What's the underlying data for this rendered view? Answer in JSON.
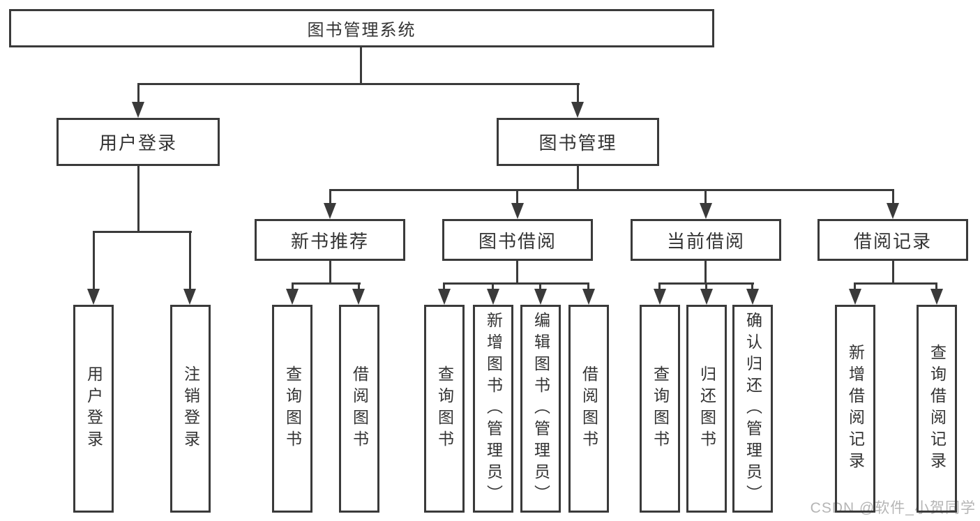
{
  "colors": {
    "line": "#3a3a3a",
    "text": "#333333",
    "watermark": "#b5b5b5",
    "background": "#ffffff"
  },
  "tree": {
    "root": {
      "label": "图书管理系统"
    },
    "branches": [
      {
        "label": "用户登录",
        "leaves": [
          {
            "label": "用户登录"
          },
          {
            "label": "注销登录"
          }
        ]
      },
      {
        "label": "图书管理",
        "groups": [
          {
            "label": "新书推荐",
            "leaves": [
              {
                "label": "查询图书"
              },
              {
                "label": "借阅图书"
              }
            ]
          },
          {
            "label": "图书借阅",
            "leaves": [
              {
                "label": "查询图书"
              },
              {
                "label": "新增图书（管理员）"
              },
              {
                "label": "编辑图书（管理员）"
              },
              {
                "label": "借阅图书"
              }
            ]
          },
          {
            "label": "当前借阅",
            "leaves": [
              {
                "label": "查询图书"
              },
              {
                "label": "归还图书"
              },
              {
                "label": "确认归还（管理员）"
              }
            ]
          },
          {
            "label": "借阅记录",
            "leaves": [
              {
                "label": "新增借阅记录"
              },
              {
                "label": "查询借阅记录"
              }
            ]
          }
        ]
      }
    ]
  },
  "watermark": {
    "text": "CSDN @软件_小贺同学"
  }
}
